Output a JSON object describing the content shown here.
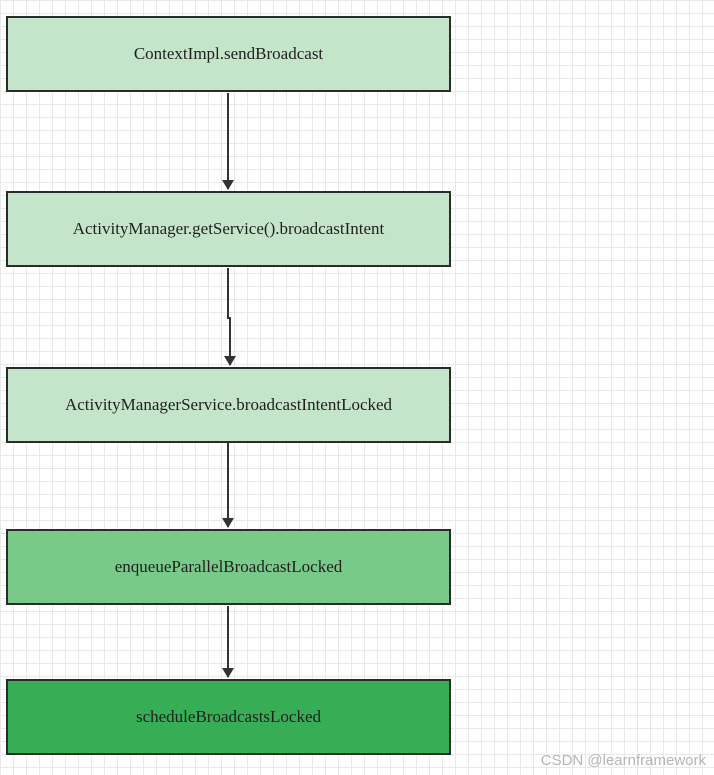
{
  "diagram": {
    "nodes": [
      {
        "label": "ContextImpl.sendBroadcast",
        "fill": "#c5e5cb"
      },
      {
        "label": "ActivityManager.getService().broadcastIntent",
        "fill": "#c5e5cb"
      },
      {
        "label": "ActivityManagerService.broadcastIntentLocked",
        "fill": "#c5e5cb"
      },
      {
        "label": "enqueueParallelBroadcastLocked",
        "fill": "#79c989"
      },
      {
        "label": "scheduleBroadcastsLocked",
        "fill": "#37ae55"
      }
    ],
    "edges": [
      {
        "from": 0,
        "to": 1
      },
      {
        "from": 1,
        "to": 2
      },
      {
        "from": 2,
        "to": 3
      },
      {
        "from": 3,
        "to": 4
      }
    ],
    "colors": {
      "border": "#2b2b2b",
      "arrow": "#333333",
      "grid": "#e9e9e9"
    }
  },
  "watermark": {
    "text": "CSDN @learnframework"
  }
}
